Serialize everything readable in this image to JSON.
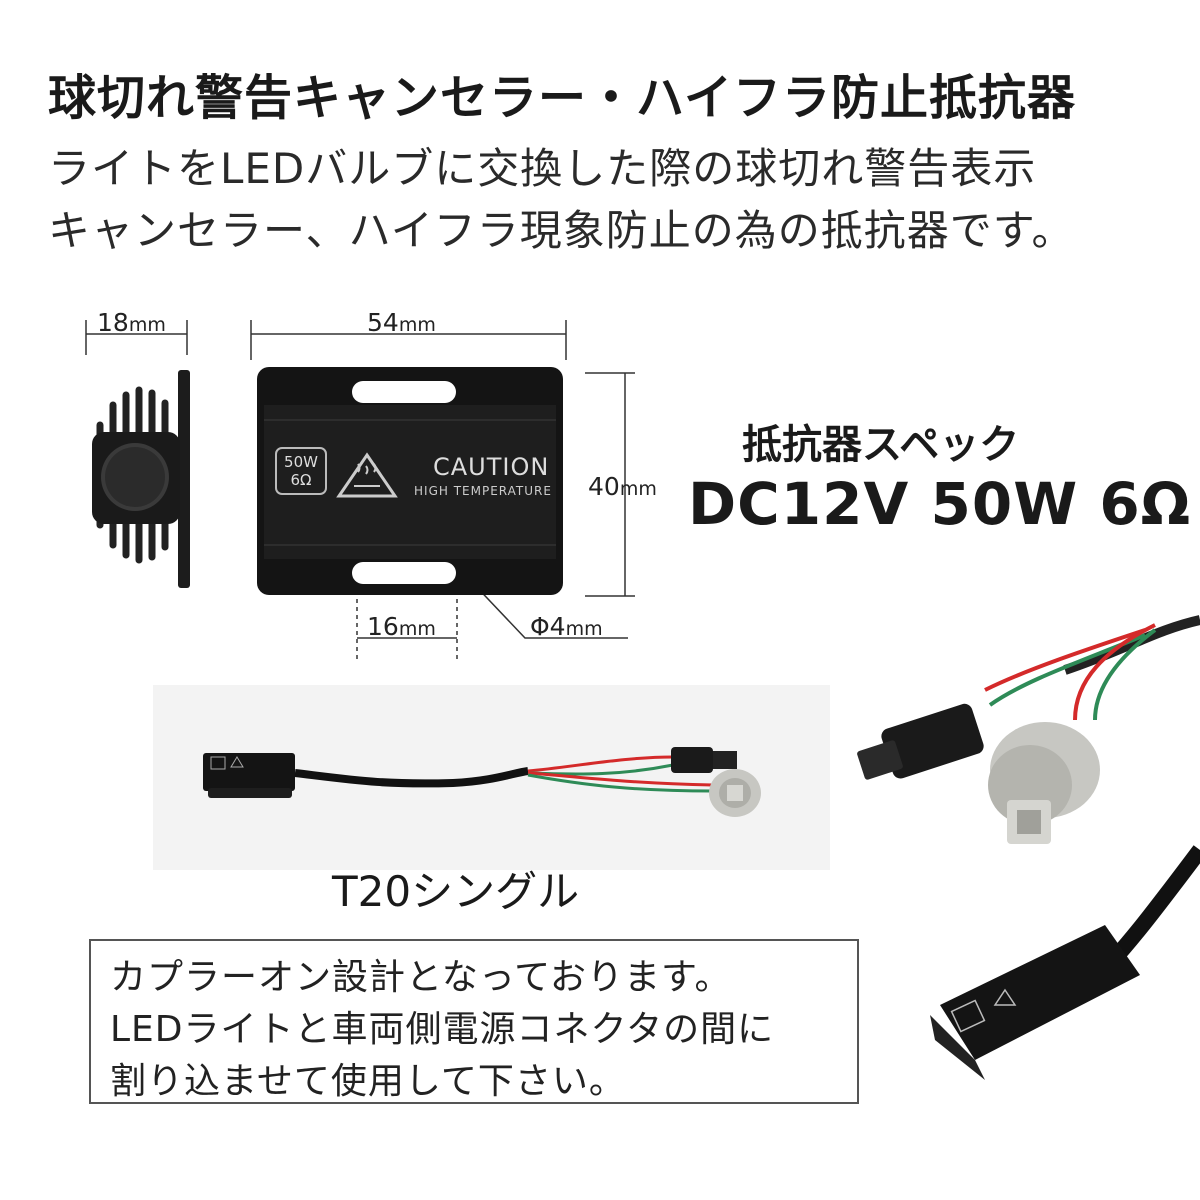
{
  "title": "球切れ警告キャンセラー・ハイフラ防止抵抗器",
  "subtitle_line1": "ライトをLEDバルブに交換した際の球切れ警告表示",
  "subtitle_line2": "キャンセラー、ハイフラ現象防止の為の抵抗器です。",
  "dimensions": {
    "depth": "18",
    "width": "54",
    "height": "40",
    "slot": "16",
    "hole": "Φ4",
    "unit": "mm"
  },
  "device_label": {
    "rating_w": "50W",
    "rating_ohm": "6Ω",
    "caution": "CAUTION",
    "warning": "HIGH TEMPERATURE"
  },
  "spec": {
    "heading": "抵抗器スペック",
    "values": "DC12V  50W  6Ω"
  },
  "product_caption": "T20シングル",
  "note": {
    "line1": "カプラーオン設計となっております。",
    "line2": "LEDライトと車両側電源コネクタの間に",
    "line3": "割り込ませて使用して下さい。"
  },
  "colors": {
    "body_black": "#141414",
    "wire_red": "#d42a2a",
    "wire_green": "#2e8b57"
  },
  "icons": [
    "heat-warning-icon"
  ]
}
